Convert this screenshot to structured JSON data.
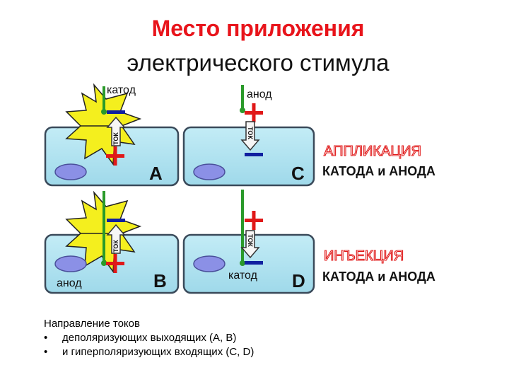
{
  "title": {
    "line1": "Место приложения",
    "line2": "электрического стимула"
  },
  "labels": {
    "cathode": "катод",
    "anode": "анод",
    "current": "ТОК"
  },
  "panels": {
    "A": {
      "letter": "A"
    },
    "B": {
      "letter": "B"
    },
    "C": {
      "letter": "C"
    },
    "D": {
      "letter": "D"
    }
  },
  "side_captions": {
    "application_line1": "АППЛИКАЦИЯ",
    "application_line2": "КАТОДА и АНОДА",
    "injection_line1": "ИНЪЕКЦИЯ",
    "injection_line2": "КАТОДА и АНОДА"
  },
  "footer": {
    "heading": "Направление токов",
    "items": [
      "деполяризующих выходящих (А, В)",
      "и гиперполяризующих входящих (С, D)"
    ],
    "bullet": "•"
  },
  "colors": {
    "title_red": "#e8141b",
    "cell_fill": "#a9e1ef",
    "cell_stroke": "#3a4a5a",
    "nucleus": "#8b90e6",
    "electrode": "#2a9a2a",
    "plus": "#e01818",
    "minus": "#1020a0",
    "spark": "#f4ef1e",
    "side_text_white": "#ffffff",
    "side_text_outline": "#e01818"
  }
}
